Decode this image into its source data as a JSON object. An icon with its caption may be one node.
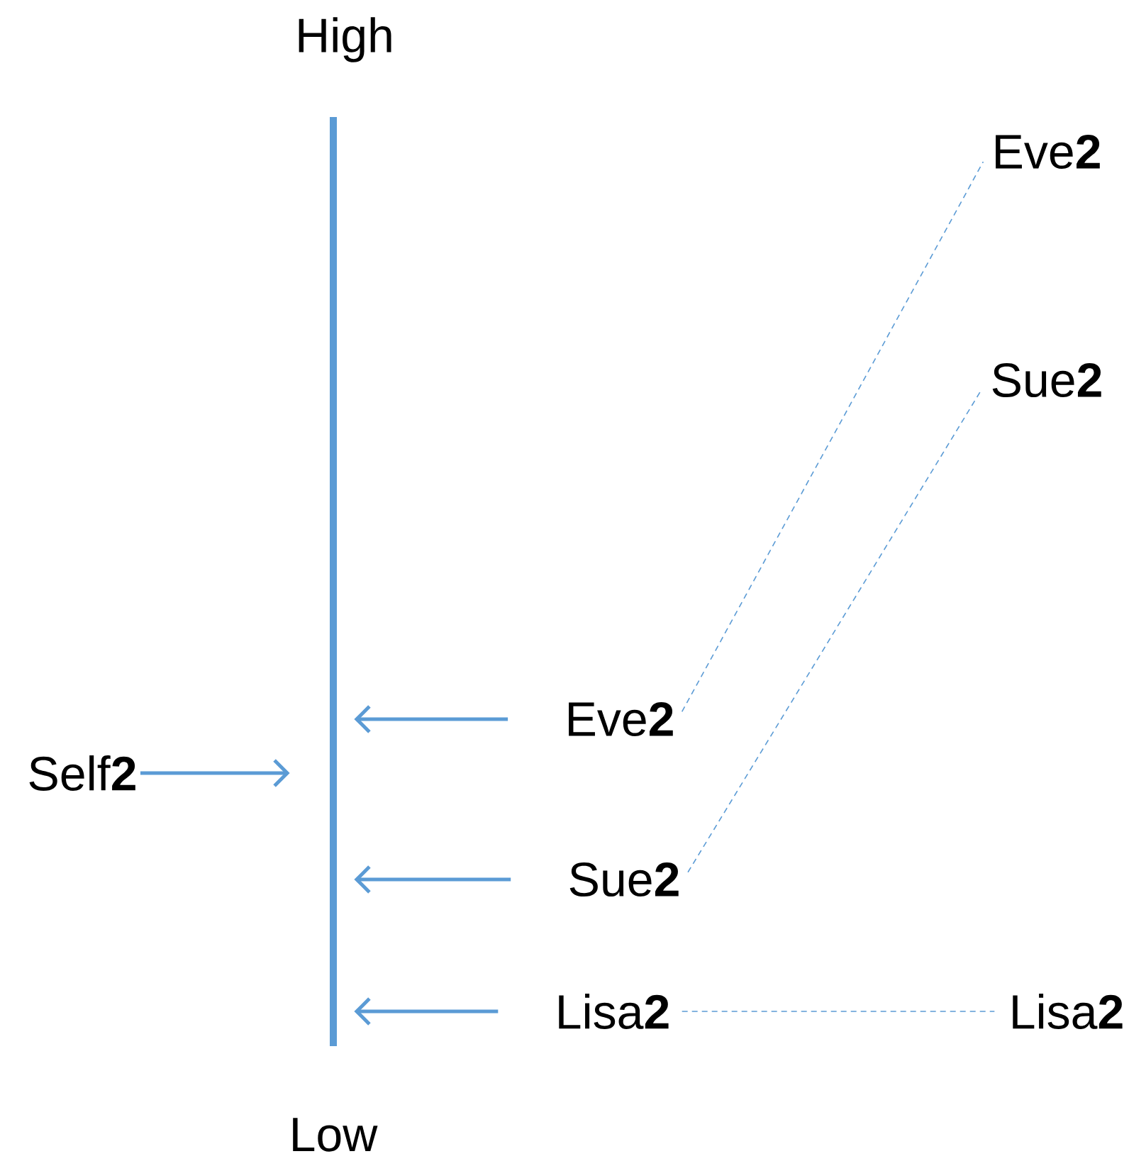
{
  "diagram": {
    "nodes": [
      {
        "text": [],
        "shape": "bar"
      },
      {
        "text": [
          "Eve**2**"
        ]
      },
      {
        "text": [
          "Sue**2**"
        ]
      },
      {
        "text": [
          "Self**2**"
        ]
      },
      {
        "text": [
          "Eve**2**"
        ]
      },
      {
        "text": [
          "Sue**2**"
        ]
      },
      {
        "text": [
          "Lisa**2**"
        ]
      },
      {
        "text": [
          "Lisa**2**"
        ]
      }
    ],
    "edges": [
      {
        "from": 3,
        "to": 0,
        "arrow": "to"
      },
      {
        "from": 4,
        "to": 0,
        "arrow": "to"
      },
      {
        "from": 5,
        "to": 0,
        "arrow": "to"
      },
      {
        "from": 6,
        "to": 0,
        "arrow": "to"
      },
      {
        "from": 4,
        "to": 1,
        "arrow": "none",
        "style": "dashed"
      },
      {
        "from": 5,
        "to": 2,
        "arrow": "none",
        "style": "dashed"
      },
      {
        "from": 6,
        "to": 7,
        "arrow": "none",
        "style": "dashed"
      }
    ],
    "labels": [
      "High",
      "Low"
    ]
  }
}
